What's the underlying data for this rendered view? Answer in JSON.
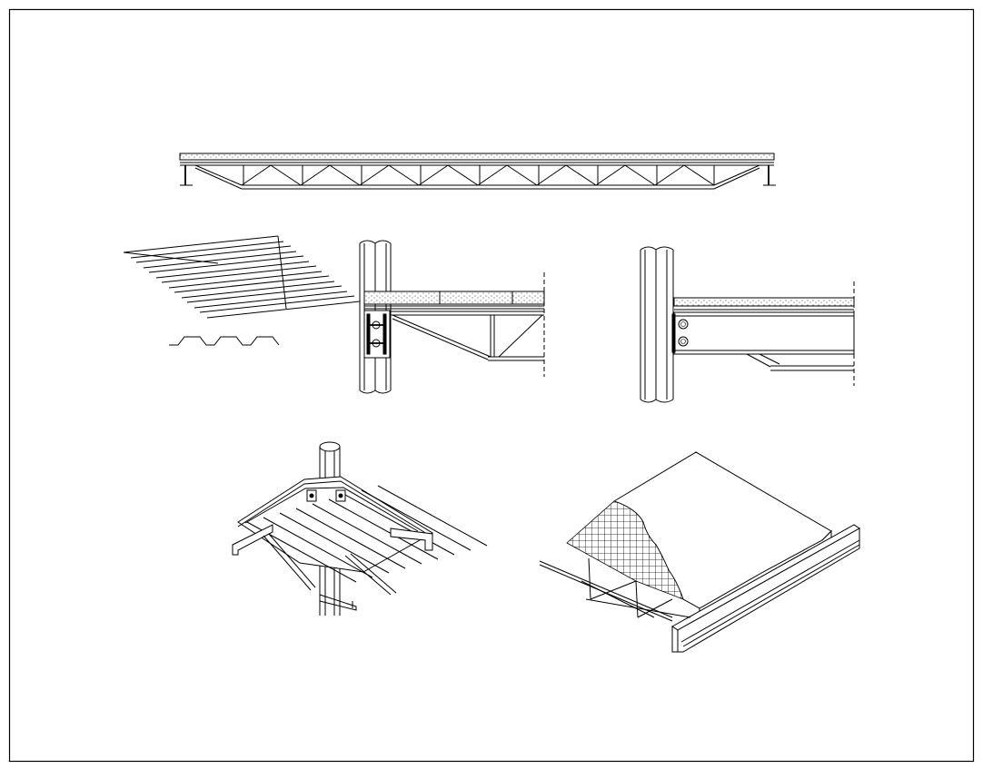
{
  "drawing": {
    "background": "#ffffff",
    "line_color": "#000000",
    "views": [
      "truss-joist-elevation",
      "corrugated-deck-profile",
      "column-connection-detail-left",
      "column-connection-detail-right",
      "column-deck-isometric",
      "composite-slab-isometric"
    ]
  }
}
